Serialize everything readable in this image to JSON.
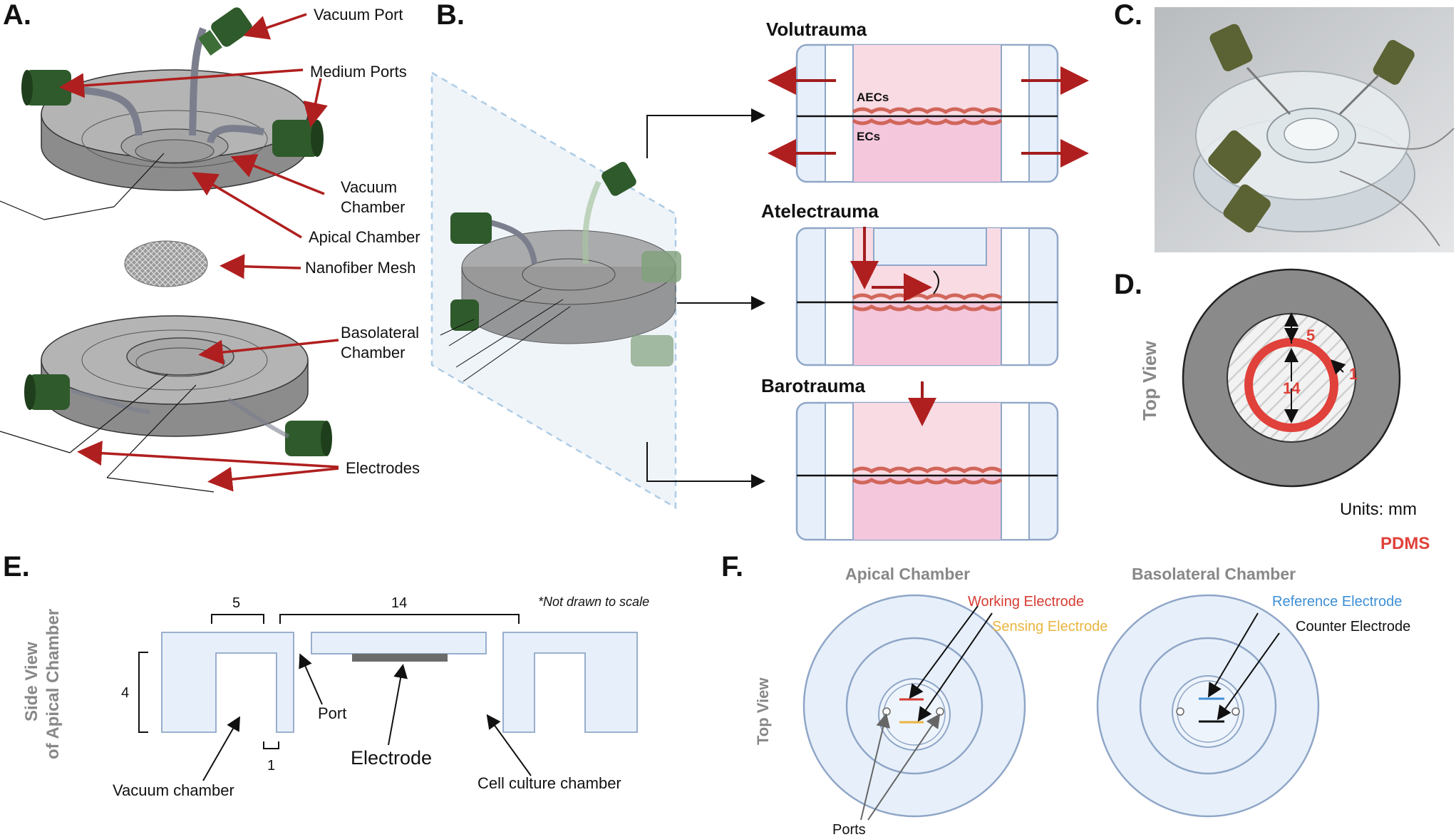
{
  "panels": {
    "a": {
      "label": "A.",
      "callouts": {
        "vacuum_port": "Vacuum Port",
        "medium_ports": "Medium Ports",
        "vacuum_chamber_1": "Vacuum",
        "vacuum_chamber_2": "Chamber",
        "apical_chamber": "Apical Chamber",
        "nanofiber_mesh": "Nanofiber Mesh",
        "basolateral_1": "Basolateral",
        "basolateral_2": "Chamber",
        "electrodes": "Electrodes"
      }
    },
    "b": {
      "label": "B.",
      "titles": {
        "volutrauma": "Volutrauma",
        "atelectrauma": "Atelectrauma",
        "barotrauma": "Barotrauma"
      },
      "cells": {
        "aecs": "AECs",
        "ecs": "ECs"
      }
    },
    "c": {
      "label": "C."
    },
    "d": {
      "label": "D.",
      "view": "Top View",
      "dims": {
        "ring": "5",
        "diameter": "14",
        "wall": "1"
      },
      "units": "Units: mm",
      "material": "PDMS"
    },
    "e": {
      "label": "E.",
      "view_1": "Side View",
      "view_2": "of Apical Chamber",
      "note": "*Not drawn to scale",
      "dims": {
        "w5": "5",
        "w14": "14",
        "h4": "4",
        "w1": "1"
      },
      "callouts": {
        "port": "Port",
        "electrode": "Electrode",
        "vacuum_chamber": "Vacuum chamber",
        "cell_culture": "Cell culture chamber"
      }
    },
    "f": {
      "label": "F.",
      "view": "Top View",
      "apical_title": "Apical Chamber",
      "basolateral_title": "Basolateral Chamber",
      "working": "Working Electrode",
      "sensing": "Sensing Electrode",
      "reference": "Reference Electrode",
      "counter": "Counter Electrode",
      "ports": "Ports"
    }
  },
  "colors": {
    "arrow_red": "#a31d1d",
    "pdms_red": "#e0413a",
    "light_blue": "#e7f0fa",
    "outline_blue": "#8fa6c8",
    "pink_upper": "#f8dbe3",
    "pink_lower": "#f4c7dc",
    "gray_dark": "#8a8a8a",
    "green_port": "#2f5a2b",
    "working": "#d63b32",
    "sensing": "#e9b53f",
    "reference": "#3d8fd6",
    "counter": "#111111"
  }
}
